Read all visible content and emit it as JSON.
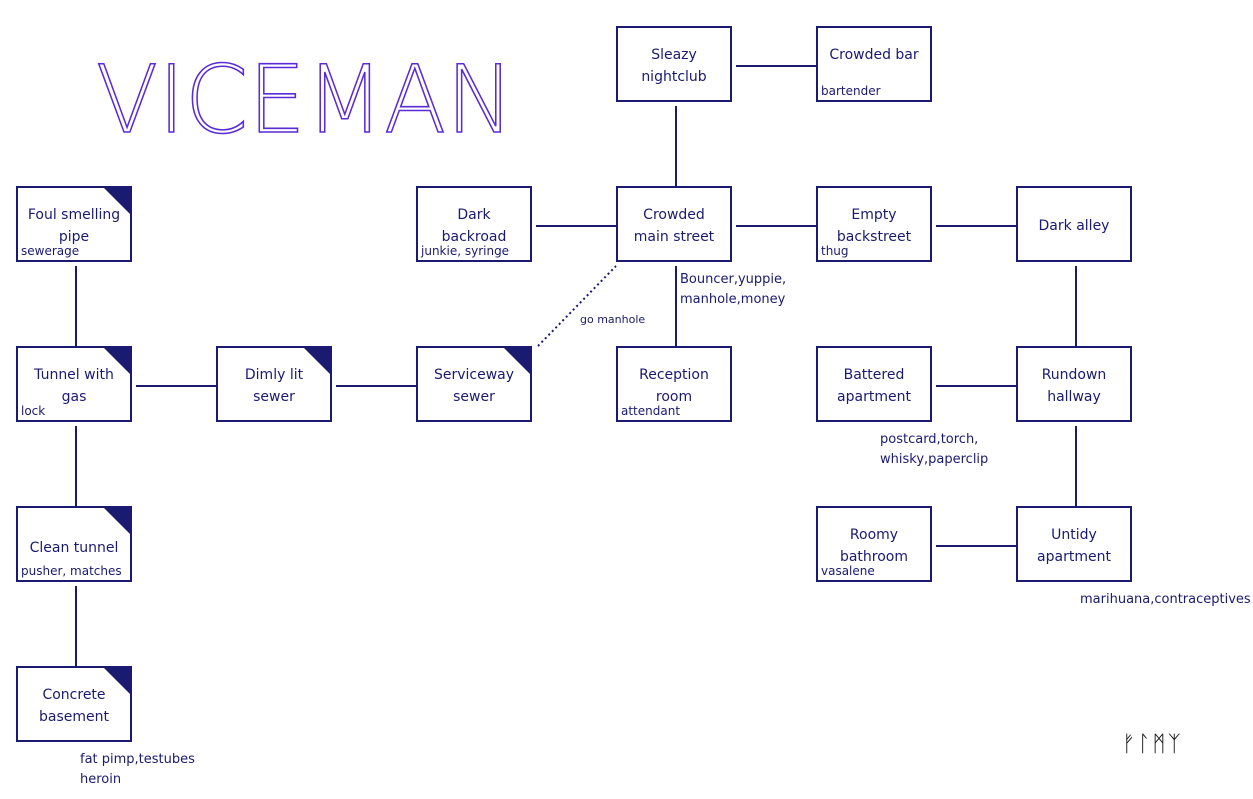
{
  "title": "VICEMAN",
  "signature": "ᚠᛚᛗᛉ",
  "colors": {
    "line": "#1a1a70",
    "title": "#5a2bd6"
  },
  "rooms": {
    "sleazy": {
      "name": "Sleazy\nnightclub",
      "items": ""
    },
    "bar": {
      "name": "Crowded bar",
      "items": "bartender"
    },
    "foul": {
      "name": "Foul smelling\npipe",
      "items": "sewerage"
    },
    "darkback": {
      "name": "Dark\nbackroad",
      "items": "junkie, syringe"
    },
    "main": {
      "name": "Crowded\nmain street",
      "items": ""
    },
    "empty": {
      "name": "Empty\nbackstreet",
      "items": "thug"
    },
    "alley": {
      "name": "Dark alley",
      "items": ""
    },
    "tunnelgas": {
      "name": "Tunnel with\ngas",
      "items": "lock"
    },
    "dimly": {
      "name": "Dimly lit\nsewer",
      "items": ""
    },
    "service": {
      "name": "Serviceway\nsewer",
      "items": ""
    },
    "reception": {
      "name": "Reception\nroom",
      "items": "attendant"
    },
    "battered": {
      "name": "Battered\napartment",
      "items": ""
    },
    "rundown": {
      "name": "Rundown\nhallway",
      "items": ""
    },
    "clean": {
      "name": "Clean tunnel",
      "items": "pusher, matches"
    },
    "roomy": {
      "name": "Roomy\nbathroom",
      "items": "vasalene"
    },
    "untidy": {
      "name": "Untidy\napartment",
      "items": ""
    },
    "concrete": {
      "name": "Concrete\nbasement",
      "items": ""
    }
  },
  "notes": {
    "main_items": "Bouncer,yuppie,\nmanhole,money",
    "go_manhole": "go manhole",
    "battered_items": "postcard,torch,\nwhisky,paperclip",
    "untidy_items": "marihuana,contraceptives",
    "concrete_items": "fat pimp,testubes\nheroin"
  }
}
